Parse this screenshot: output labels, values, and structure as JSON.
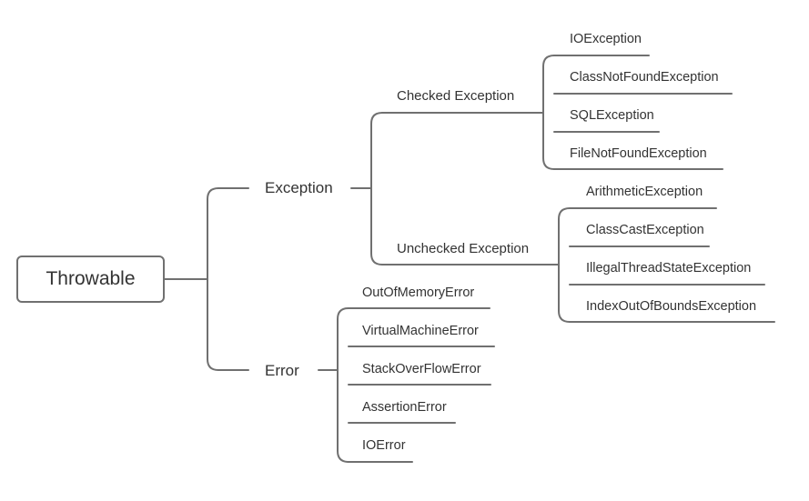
{
  "diagram": {
    "root": "Throwable",
    "branches": [
      {
        "label": "Exception",
        "children": [
          {
            "label": "Checked Exception",
            "children": [
              "IOException",
              "ClassNotFoundException",
              "SQLException",
              "FileNotFoundException"
            ]
          },
          {
            "label": "Unchecked Exception",
            "children": [
              "ArithmeticException",
              "ClassCastException",
              "IllegalThreadStateException",
              "IndexOutOfBoundsException"
            ]
          }
        ]
      },
      {
        "label": "Error",
        "children": [
          "OutOfMemoryError",
          "VirtualMachineError",
          "StackOverFlowError",
          "AssertionError",
          "IOError"
        ]
      }
    ],
    "line_color": "#707070",
    "text_color": "#333333"
  }
}
